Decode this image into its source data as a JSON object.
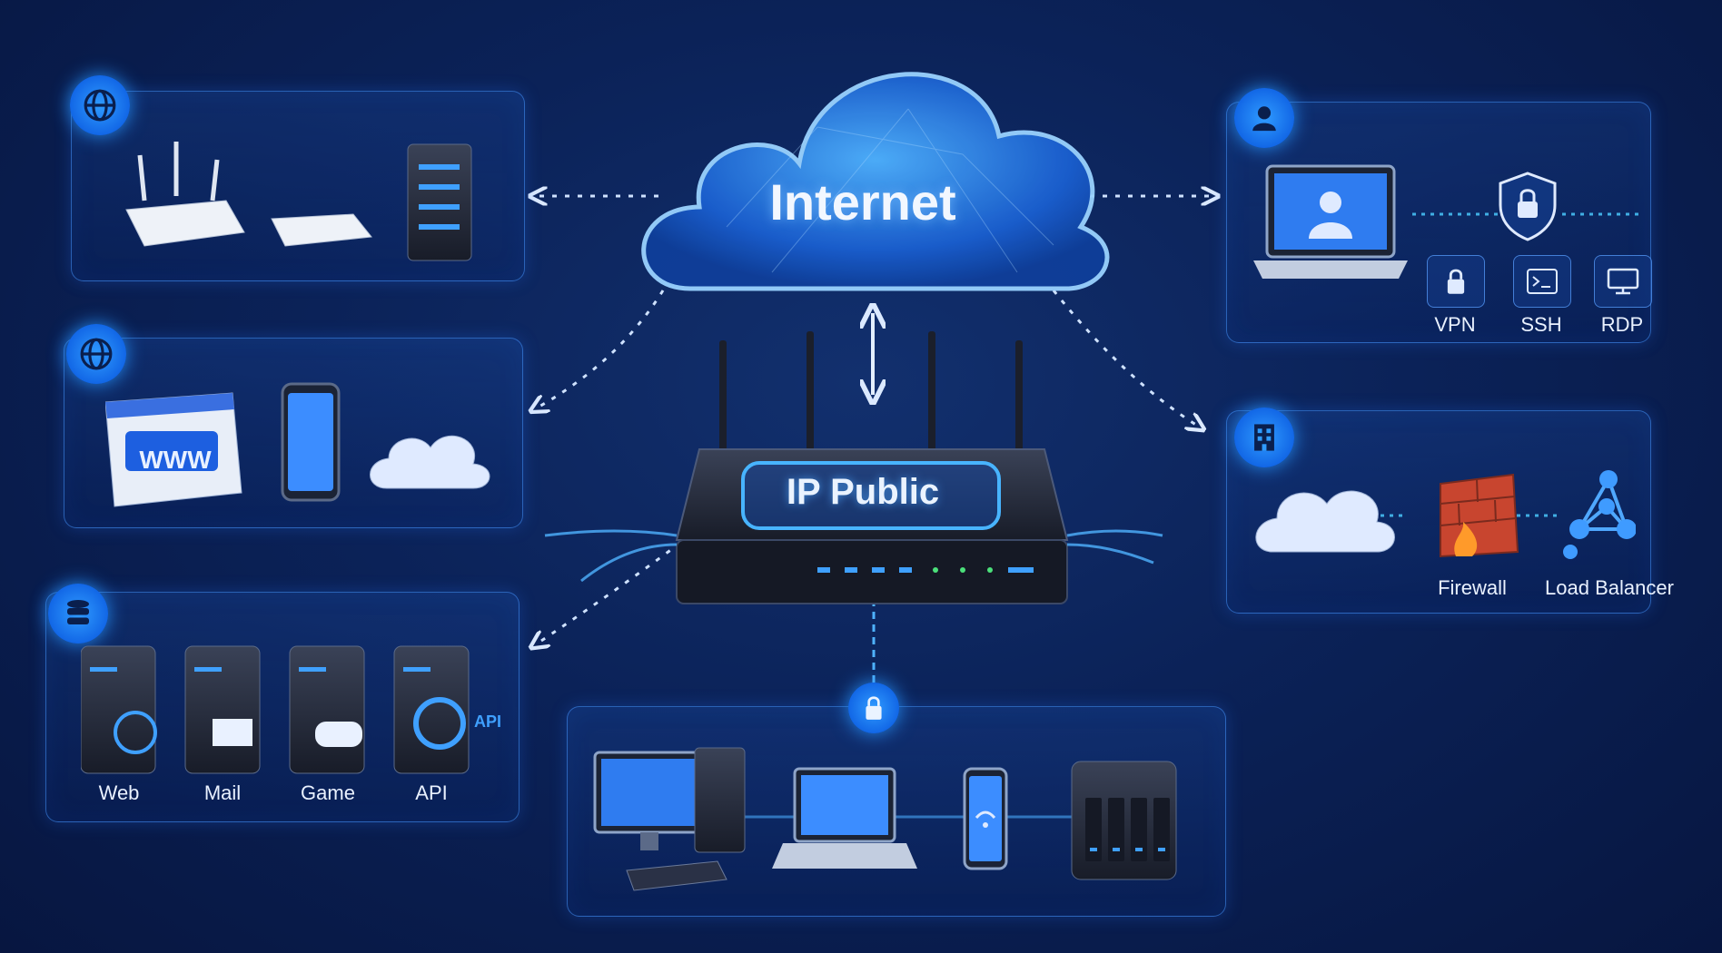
{
  "internet": {
    "label": "Internet"
  },
  "router": {
    "label": "IP Public"
  },
  "remote_access": {
    "protocols": [
      {
        "label": "VPN",
        "icon": "lock-icon"
      },
      {
        "label": "SSH",
        "icon": "terminal-icon"
      },
      {
        "label": "RDP",
        "icon": "remote-desktop-icon"
      }
    ]
  },
  "security": {
    "firewall_label": "Firewall",
    "load_balancer_label": "Load Balancer"
  },
  "servers": {
    "items": [
      {
        "label": "Web",
        "icon": "globe-icon"
      },
      {
        "label": "Mail",
        "icon": "mail-icon"
      },
      {
        "label": "Game",
        "icon": "gamepad-icon"
      },
      {
        "label": "API",
        "icon": "api-gear-icon"
      }
    ]
  },
  "web_tile": {
    "label": "WWW"
  },
  "server_api_label": "API",
  "colors": {
    "accent": "#2f9bff",
    "panel_border": "#4696ff",
    "background": "#0b2258"
  }
}
